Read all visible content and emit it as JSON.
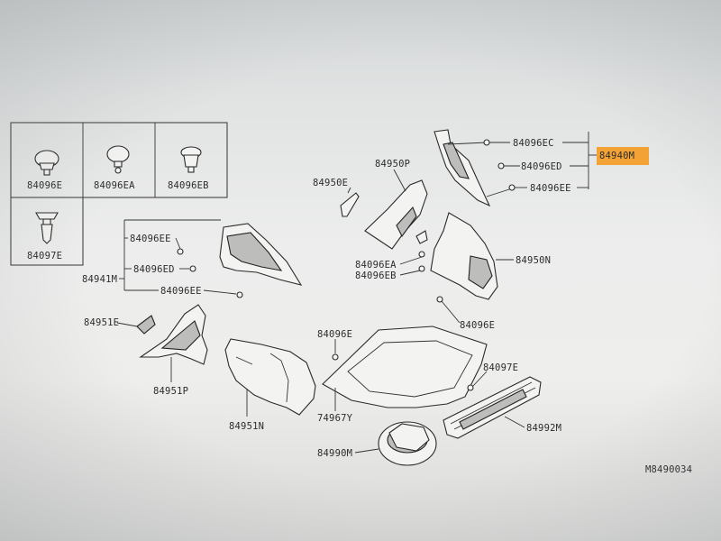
{
  "legend": {
    "clips": [
      {
        "label": "84096E",
        "icon": "clip-mushroom-icon"
      },
      {
        "label": "84096EA",
        "icon": "clip-round-icon"
      },
      {
        "label": "84096EB",
        "icon": "clip-grommet-icon"
      },
      {
        "label": "84097E",
        "icon": "clip-anchor-icon"
      }
    ]
  },
  "parts": {
    "p84940M": "84940M",
    "p84096EC": "84096EC",
    "p84096ED_top": "84096ED",
    "p84096EE_top": "84096EE",
    "p84950E": "84950E",
    "p84950P": "84950P",
    "p84096EE_left": "84096EE",
    "p84096ED_left": "84096ED",
    "p84941M": "84941M",
    "p84096EE_left2": "84096EE",
    "p84096EA": "84096EA",
    "p84096EB": "84096EB",
    "p84950N": "84950N",
    "p84096E_right": "84096E",
    "p84951E": "84951E",
    "p84951P": "84951P",
    "p84096E_mid": "84096E",
    "p84097E": "84097E",
    "p84951N": "84951N",
    "p74967Y": "74967Y",
    "p84992M": "84992M",
    "p84990M": "84990M"
  },
  "diagram_code": "M8490034",
  "colors": {
    "highlight": "#f3a336",
    "line": "#333333",
    "paper": "#eeeeec"
  }
}
